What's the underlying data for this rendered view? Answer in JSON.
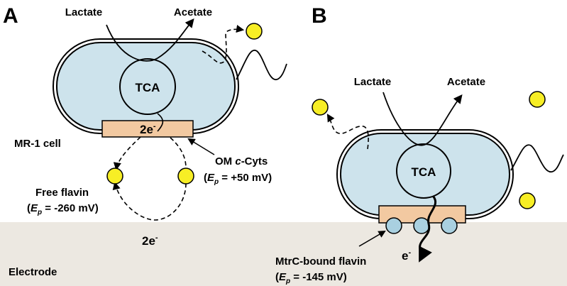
{
  "panels": {
    "a": {
      "letter": "A",
      "lactate": "Lactate",
      "acetate": "Acetate",
      "tca": "TCA",
      "electrons_cyt": "2e",
      "electrons_cyt_sup": "-",
      "cell_label": "MR-1 cell",
      "om_cyts_pre": "OM ",
      "om_cyts_italic": "c",
      "om_cyts_post": "-Cyts",
      "om_cyts_potential_pre": "(",
      "om_cyts_potential_E": "E",
      "om_cyts_potential_sub": "p",
      "om_cyts_potential_post": " = +50 mV)",
      "free_flavin": "Free flavin",
      "free_flavin_potential_pre": "(",
      "free_flavin_potential_E": "E",
      "free_flavin_potential_sub": "p",
      "free_flavin_potential_post": " = -260 mV)",
      "electrons_electrode": "2e",
      "electrons_electrode_sup": "-",
      "electrode": "Electrode"
    },
    "b": {
      "letter": "B",
      "lactate": "Lactate",
      "acetate": "Acetate",
      "tca": "TCA",
      "bound_flavin": "MtrC-bound flavin",
      "bound_flavin_potential_pre": "(",
      "bound_flavin_potential_E": "E",
      "bound_flavin_potential_sub": "p",
      "bound_flavin_potential_post": " = -145 mV)",
      "electron": "e",
      "electron_sup": "-"
    }
  },
  "colors": {
    "cell_fill": "#cde3ec",
    "cyt_fill": "#f2c9a1",
    "flavin_fill": "#f7ee25",
    "bound_flavin_fill": "#a9d0e0",
    "electrode_fill": "#ece8e1"
  }
}
